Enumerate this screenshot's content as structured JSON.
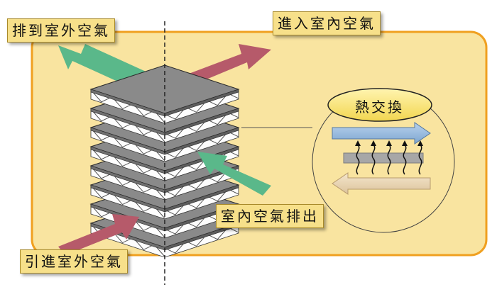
{
  "labels": {
    "exhaust_outdoor": "排到室外空氣",
    "supply_indoor": "進入室內空氣",
    "heat_exchange": "熱交換",
    "indoor_exhaust": "室內空氣排出",
    "outdoor_intake": "引進室外空氣"
  },
  "colors": {
    "panel": "#f9e4a0",
    "panel_border": "#f0a020",
    "label_bg": "#f7e08a",
    "green_arrow": "#5ab88a",
    "red_arrow": "#b65a6a",
    "blue_arrow": "#8fb4d8",
    "tan_arrow": "#e6d0b0"
  }
}
